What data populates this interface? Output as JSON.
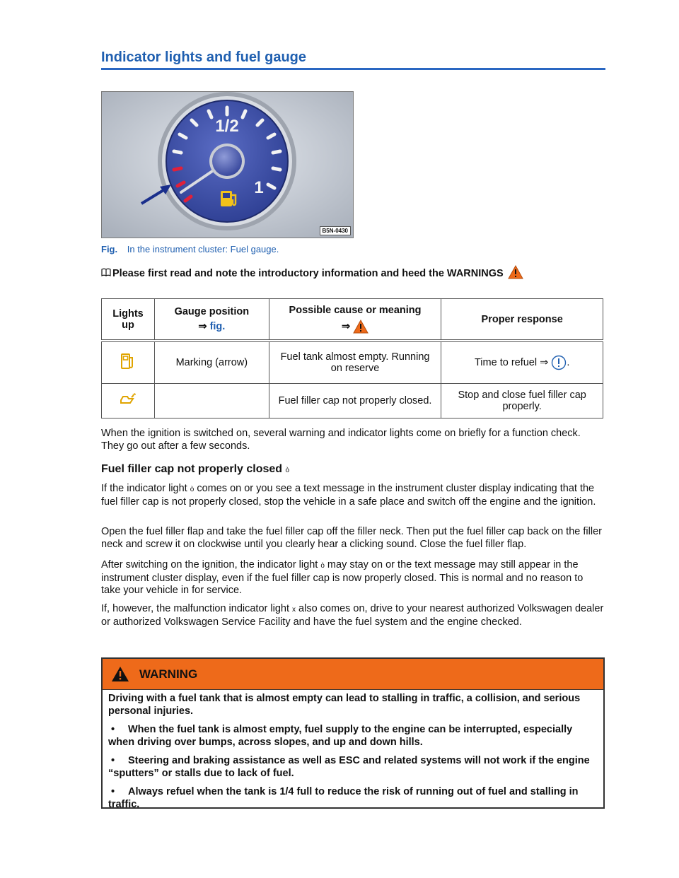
{
  "page": {
    "title": "Indicator lights and fuel gauge"
  },
  "figure": {
    "code": "B5N-0430",
    "dial_labels": [
      "1/2",
      "1"
    ],
    "caption_label": "Fig.",
    "caption_text": "In the instrument cluster: Fuel gauge."
  },
  "intro_note": "Please first read and note the introductory information and heed the WARNINGS",
  "table": {
    "headers": {
      "lights_up": "Lights up",
      "gauge_position": "Gauge position",
      "gauge_position_ref": "fig.",
      "cause": "Possible cause or meaning",
      "response": "Proper response"
    },
    "rows": [
      {
        "icon": "fuel-pump-icon",
        "gauge": "Marking (arrow)",
        "cause": "Fuel tank almost empty. Running on reserve",
        "response": "Time to refuel"
      },
      {
        "icon": "fuel-cap-icon",
        "gauge": "",
        "cause": "Fuel filler cap not properly closed.",
        "response": "Stop and close fuel filler cap properly."
      }
    ],
    "arrow": "⇒"
  },
  "body": {
    "p1": "When the ignition is switched on, several warning and indicator lights come on briefly for a function check. They go out after a few seconds.",
    "subhead": "Fuel filler cap not properly closed",
    "subhead_symbol": "ò",
    "p2_a": "If the indicator light",
    "p2_sym": "ò",
    "p2_b": "comes on or you see a text message in the instrument cluster display indicating that the fuel filler cap is not properly closed, stop the vehicle in a safe place and switch off the engine and the ignition.",
    "p3": "Open the fuel filler flap and take the fuel filler cap off the filler neck. Then put the fuel filler cap back on the filler neck and screw it on clockwise until you clearly hear a clicking sound. Close the fuel filler flap.",
    "p4_a": "After switching on the ignition, the indicator light",
    "p4_sym": "ò",
    "p4_b": "may stay on or the text message may still appear in the instrument cluster display, even if the fuel filler cap is now properly closed. This is normal and no reason to take your vehicle in for service.",
    "p5_a": "If, however, the malfunction indicator light",
    "p5_sym": "x",
    "p5_b": "also comes on, drive to your nearest authorized Volkswagen dealer or authorized Volkswagen Service Facility and have the fuel system and the engine checked."
  },
  "warning": {
    "title": "WARNING",
    "intro": "Driving with a fuel tank that is almost empty can lead to stalling in traffic, a collision, and serious personal injuries.",
    "bullet_char": "•",
    "bullets": [
      "When the fuel tank is almost empty, fuel supply to the engine can be interrupted, especially when driving over bumps, across slopes, and up and down hills.",
      "Steering and braking assistance as well as ESC and related systems will not work if the engine “sputters” or stalls due to lack of fuel.",
      "Always refuel when the tank is 1/4 full to reduce the risk of running out of fuel and stalling in traffic."
    ]
  },
  "colors": {
    "title_blue": "#1f5fb0",
    "warning_orange": "#ee6a1a",
    "dial_blue": "#3a4ea8"
  }
}
